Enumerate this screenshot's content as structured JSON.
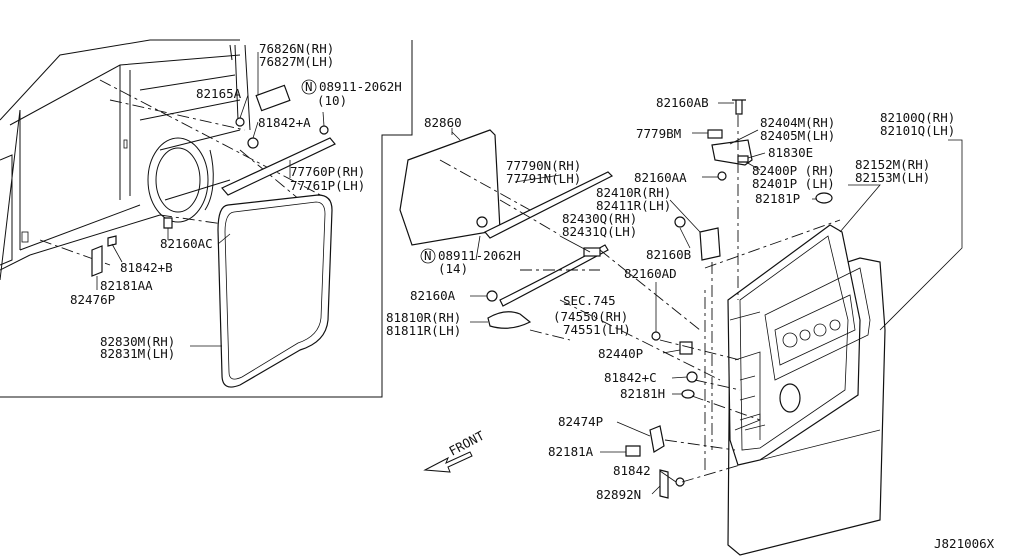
{
  "labels": {
    "p76826": "76826N(RH)",
    "p76827": "76827M(LH)",
    "p08911a": "08911-2062H",
    "p08911a_qty": "(10)",
    "p82165a": "82165A",
    "p81842a": "81842+A",
    "p77760": "77760P(RH)",
    "p77761": "77761P(LH)",
    "p82160ac": "82160AC",
    "p81842b": "81842+B",
    "p82181aa": "82181AA",
    "p82476p": "82476P",
    "p82830": "82830M(RH)",
    "p82831": "82831M(LH)",
    "p82860": "82860",
    "p77790": "77790N(RH)",
    "p77791": "77791N(LH)",
    "p08911b": "08911-2062H",
    "p08911b_qty": "(14)",
    "p82160a": "82160A",
    "p81810": "81810R(RH)",
    "p81811": "81811R(LH)",
    "sec745": "SEC.745",
    "p74550": "(74550(RH)",
    "p74551": "74551(LH)",
    "p82160ab": "82160AB",
    "p7779bm": "7779BM",
    "p82404": "82404M(RH)",
    "p82405": "82405M(LH)",
    "p81830e": "81830E",
    "p82160aa": "82160AA",
    "p82400": "82400P (RH)",
    "p82401": "82401P (LH)",
    "p82410": "82410R(RH)",
    "p82411": "82411R(LH)",
    "p82430": "82430Q(RH)",
    "p82431": "82431Q(LH)",
    "p82160b": "82160B",
    "p82160ad": "82160AD",
    "p82100": "82100Q(RH)",
    "p82101": "82101Q(LH)",
    "p82152": "82152M(RH)",
    "p82153": "82153M(LH)",
    "p82181p": "82181P",
    "p82440p": "82440P",
    "p81842c": "81842+C",
    "p82181h": "82181H",
    "p82474p": "82474P",
    "p82181a": "82181A",
    "p81842": "81842",
    "p82892n": "82892N",
    "front": "FRONT",
    "nut_symbol": "N",
    "diagram_id": "J821006X"
  }
}
